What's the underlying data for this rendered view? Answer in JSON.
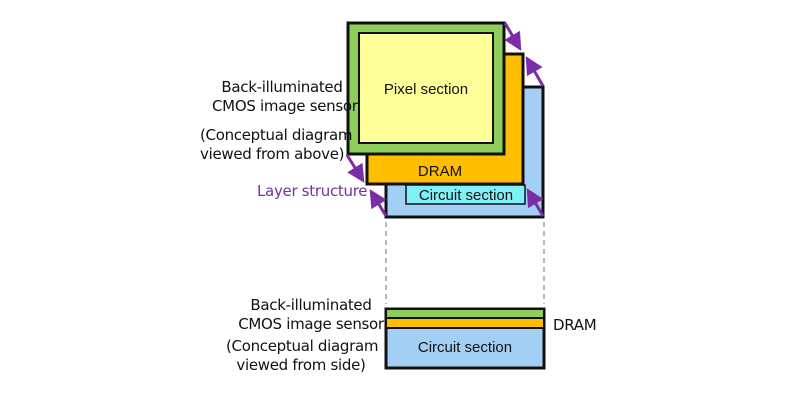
{
  "top_view": {
    "title_line1": "Back-illuminated",
    "title_line2": "CMOS image sensor",
    "caption_line1": "(Conceptual diagram",
    "caption_line2": "viewed from above)",
    "layer_structure_label": "Layer structure",
    "layers": [
      {
        "name": "Pixel section",
        "color": "#8fce5a",
        "inner_color": "#ffff99"
      },
      {
        "name": "DRAM",
        "color": "#ffbf00"
      },
      {
        "name": "Circuit section",
        "color": "#a3cff5",
        "inner_color": "#7ff0f7"
      }
    ]
  },
  "side_view": {
    "title_line1": "Back-illuminated",
    "title_line2": "CMOS image sensor",
    "caption_line1": "(Conceptual diagram",
    "caption_line2": "viewed from side)",
    "dram_label": "DRAM",
    "circuit_label": "Circuit section"
  },
  "colors": {
    "arrow": "#7a2da6",
    "outline": "#111111",
    "dashed": "#888888"
  }
}
